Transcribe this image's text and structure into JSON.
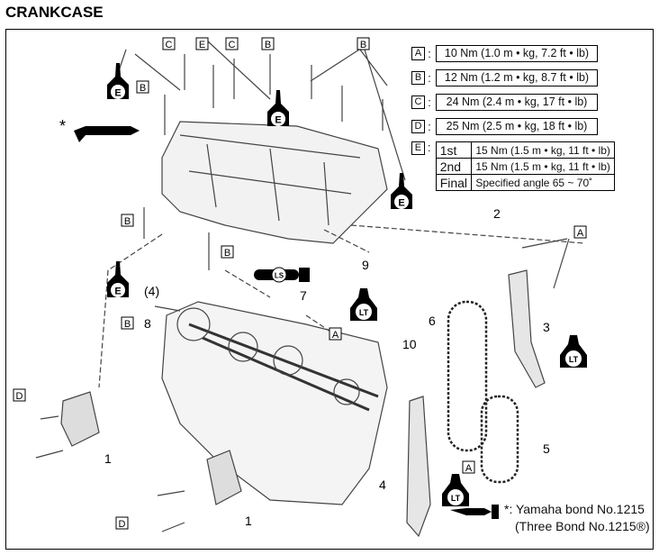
{
  "title": "CRANKCASE",
  "torque_specs": [
    {
      "letter": "A",
      "value": "10 Nm (1.0 m • kg, 7.2 ft • lb)"
    },
    {
      "letter": "B",
      "value": "12 Nm (1.2 m • kg, 8.7 ft • lb)"
    },
    {
      "letter": "C",
      "value": "24 Nm (2.4 m • kg, 17 ft • lb)"
    },
    {
      "letter": "D",
      "value": "25 Nm (2.5 m • kg, 18 ft • lb)"
    }
  ],
  "torque_e": {
    "letter": "E",
    "steps": [
      {
        "step": "1st",
        "value": "15 Nm (1.5 m • kg, 11 ft • lb)"
      },
      {
        "step": "2nd",
        "value": "15 Nm (1.5 m • kg, 11 ft • lb)"
      },
      {
        "step": "Final",
        "value": "Specified angle 65 ~ 70˚"
      }
    ]
  },
  "callout_letters": [
    "C",
    "E",
    "C",
    "B",
    "B",
    "B",
    "B",
    "B",
    "B",
    "D",
    "D",
    "A",
    "A",
    "A"
  ],
  "part_numbers": [
    "2",
    "9",
    "7",
    "(4)",
    "8",
    "6",
    "3",
    "10",
    "1",
    "1",
    "5",
    "4"
  ],
  "symbols": {
    "engine_oil": "E",
    "locking_agent": "LT",
    "lithium_grease": "LS",
    "asterisk": "*"
  },
  "note": {
    "line1": "*: Yamaha bond No.1215",
    "line2": "(Three Bond No.1215®)"
  }
}
